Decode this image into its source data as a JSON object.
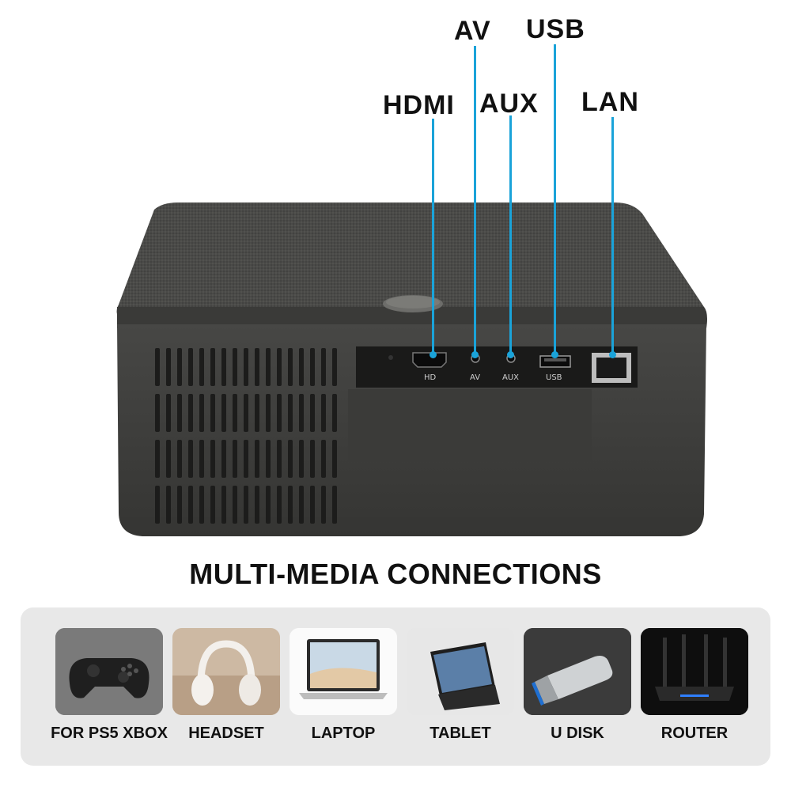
{
  "ports": [
    {
      "label": "AV"
    },
    {
      "label": "USB"
    },
    {
      "label": "HDMI"
    },
    {
      "label": "AUX"
    },
    {
      "label": "LAN"
    }
  ],
  "panel_labels": [
    "HD",
    "AV",
    "AUX",
    "USB"
  ],
  "heading": "MULTI-MEDIA CONNECTIONS",
  "devices": [
    {
      "label": "FOR PS5 XBOX",
      "icon": "gamepad-icon"
    },
    {
      "label": "HEADSET",
      "icon": "headset-icon"
    },
    {
      "label": "LAPTOP",
      "icon": "laptop-icon"
    },
    {
      "label": "TABLET",
      "icon": "tablet-icon"
    },
    {
      "label": "U DISK",
      "icon": "usb-drive-icon"
    },
    {
      "label": "ROUTER",
      "icon": "router-icon"
    }
  ],
  "colors": {
    "accent": "#1aa3d9",
    "device_body": "#3d3d3b",
    "strip_bg": "#e8e8e8"
  }
}
